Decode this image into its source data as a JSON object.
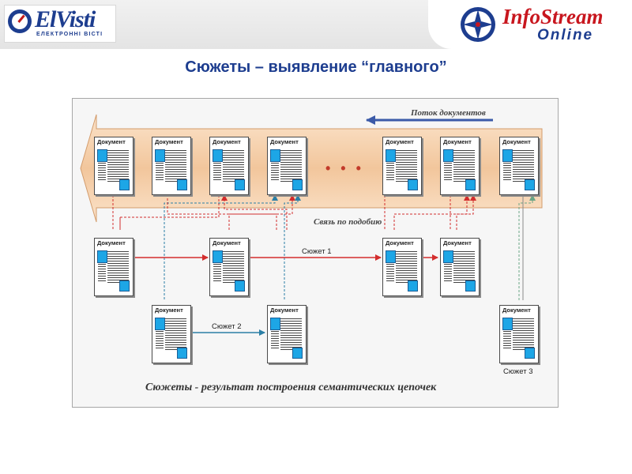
{
  "header": {
    "left_logo": {
      "name": "ElVisti",
      "subtitle": "ЕЛЕКТРОННІ ВІСТІ"
    },
    "right_logo": {
      "name": "InfoStream",
      "sub": "Online"
    }
  },
  "slide": {
    "title": "Сюжеты – выявление “главного”"
  },
  "diagram": {
    "doc_label": "Документ",
    "flow_label": "Поток документов",
    "similarity_label": "Связь по подобию",
    "ellipsis": "• • •",
    "plot1": "Сюжет 1",
    "plot2": "Сюжет 2",
    "plot3": "Сюжет 3",
    "caption": "Сюжеты - результат построения семантических цепочек",
    "colors": {
      "band": "#f4cfa9",
      "plot1_arrow": "#d32d2d",
      "plot2_arrow": "#2b7fa6",
      "flow_arrow": "#3b5aa8",
      "link_grey": "#8a8a8a"
    }
  }
}
